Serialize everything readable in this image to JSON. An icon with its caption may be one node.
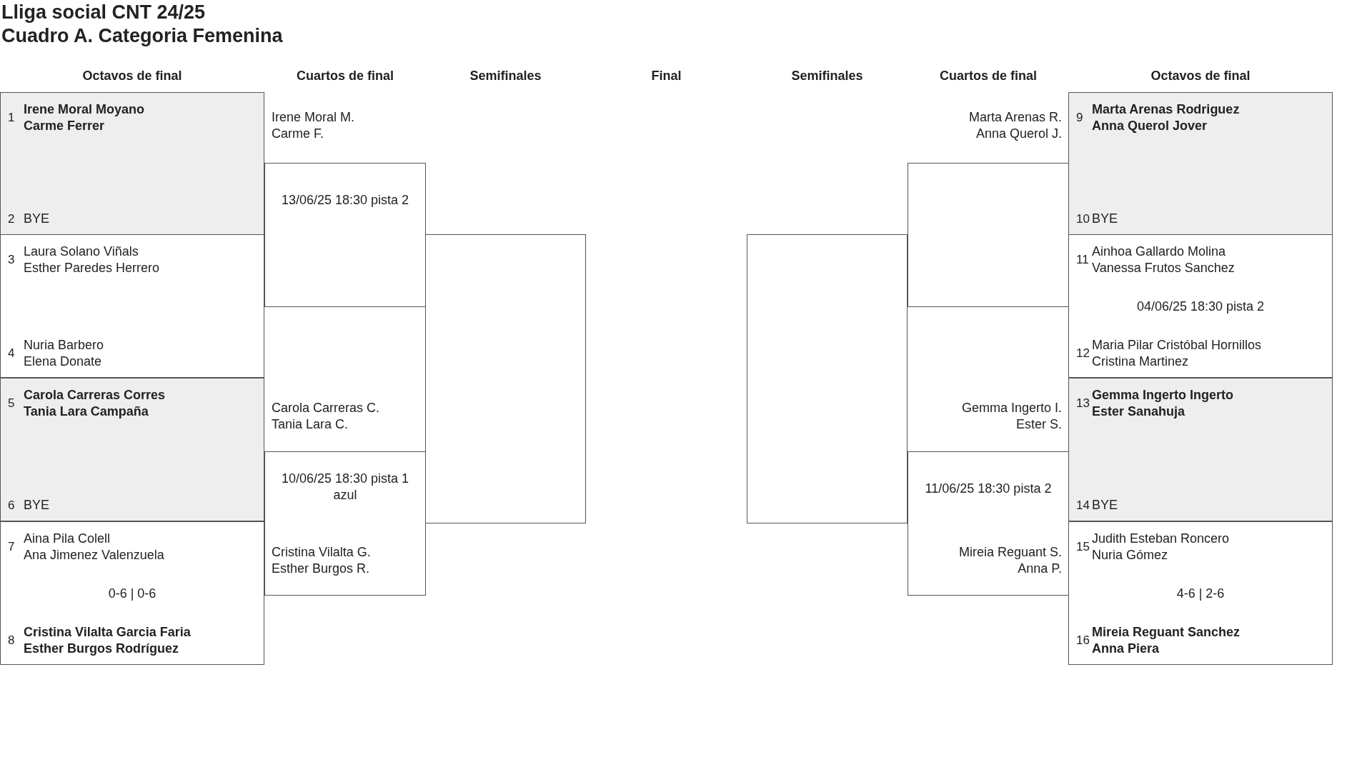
{
  "diagram": {
    "title": "Lliga social CNT 24/25",
    "caption": "Cuadro A. Categoria Femenina",
    "nodes": [
      {
        "text": [
          "1",
          "**Irene Moral Moyano**",
          "**Carme Ferrer**",
          "2",
          "BYE"
        ]
      },
      {
        "text": [
          "3",
          "Laura Solano Viñals",
          "Esther Paredes Herrero",
          "4",
          "Nuria Barbero",
          "Elena Donate"
        ]
      },
      {
        "text": [
          "5",
          "**Carola Carreras Corres**",
          "**Tania Lara Campaña**",
          "6",
          "BYE"
        ]
      },
      {
        "text": [
          "7",
          "Aina Pila Colell",
          "Ana Jimenez Valenzuela",
          "0-6 | 0-6",
          "8",
          "**Cristina Vilalta Garcia Faria**",
          "**Esther Burgos Rodríguez**"
        ]
      },
      {
        "text": [
          "13/06/25 18:30 pista 2"
        ]
      },
      {
        "text": [
          "10/06/25 18:30 pista 1 azul"
        ]
      },
      {
        "text": [],
        "shape": "box"
      },
      {
        "text": [],
        "shape": "box"
      },
      {
        "text": [],
        "shape": "box"
      },
      {
        "text": [
          "11/06/25 18:30 pista 2"
        ]
      },
      {
        "text": [
          "9",
          "**Marta Arenas Rodriguez**",
          "**Anna Querol Jover**",
          "10",
          "BYE"
        ]
      },
      {
        "text": [
          "11",
          "Ainhoa Gallardo Molina",
          "Vanessa Frutos Sanchez",
          "04/06/25 18:30 pista 2",
          "12",
          "Maria Pilar Cristóbal Hornillos",
          "Cristina Martinez"
        ]
      },
      {
        "text": [
          "13",
          "**Gemma Ingerto Ingerto**",
          "**Ester Sanahuja**",
          "14",
          "BYE"
        ]
      },
      {
        "text": [
          "15",
          "Judith Esteban Roncero",
          "Nuria Gómez",
          "4-6 | 2-6",
          "16",
          "**Mireia Reguant Sanchez**",
          "**Anna Piera**"
        ]
      }
    ],
    "labels": [
      "Octavos de final",
      "Cuartos de final",
      "Semifinales",
      "Final",
      "Semifinales",
      "Cuartos de final",
      "Octavos de final",
      "Irene Moral M.",
      "Carme F.",
      "Marta Arenas R.",
      "Anna Querol J.",
      "Carola Carreras C.",
      "Tania Lara C.",
      "Gemma Ingerto I.",
      "Ester S.",
      "Cristina Vilalta G.",
      "Esther Burgos R.",
      "Mireia Reguant S.",
      "Anna P."
    ]
  }
}
